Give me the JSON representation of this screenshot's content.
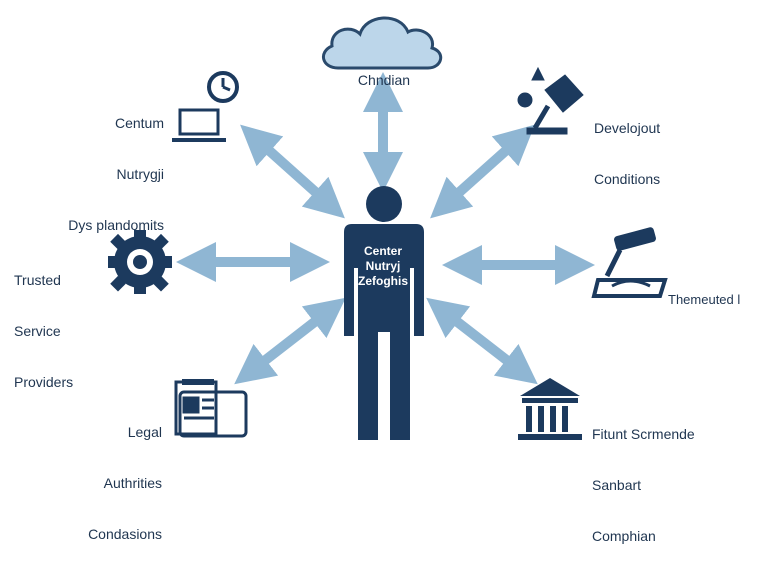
{
  "center": {
    "lines": [
      "Center",
      "Nutryj",
      "Zefoghis"
    ]
  },
  "nodes": {
    "cloud": {
      "lines": [
        "Chndian"
      ],
      "icon": "cloud-icon"
    },
    "top_left": {
      "lines": [
        "Centum",
        "Nutrygji",
        "Dys plandomits"
      ],
      "icon": "laptop-icon"
    },
    "top_right": {
      "lines": [
        "Develojout",
        "Conditions"
      ],
      "icon": "settings-arm-icon"
    },
    "mid_left": {
      "lines": [
        "Trusted",
        "Service",
        "Providers"
      ],
      "icon": "gear-icon"
    },
    "mid_right": {
      "lines": [
        "Themeuted l"
      ],
      "icon": "gavel-icon"
    },
    "bottom_left": {
      "lines": [
        "Legal",
        "Authrities",
        "Condasions"
      ],
      "icon": "document-stack-icon"
    },
    "bottom_right": {
      "lines": [
        "Fitunt Scrmende",
        "Sanbart",
        "Comphian"
      ],
      "icon": "courthouse-icon"
    }
  },
  "colors": {
    "figure": "#1c3a5e",
    "arrow": "#8fb6d3",
    "cloud_fill": "#bcd6ea",
    "cloud_stroke": "#2a4a6c",
    "text": "#1f3550"
  }
}
